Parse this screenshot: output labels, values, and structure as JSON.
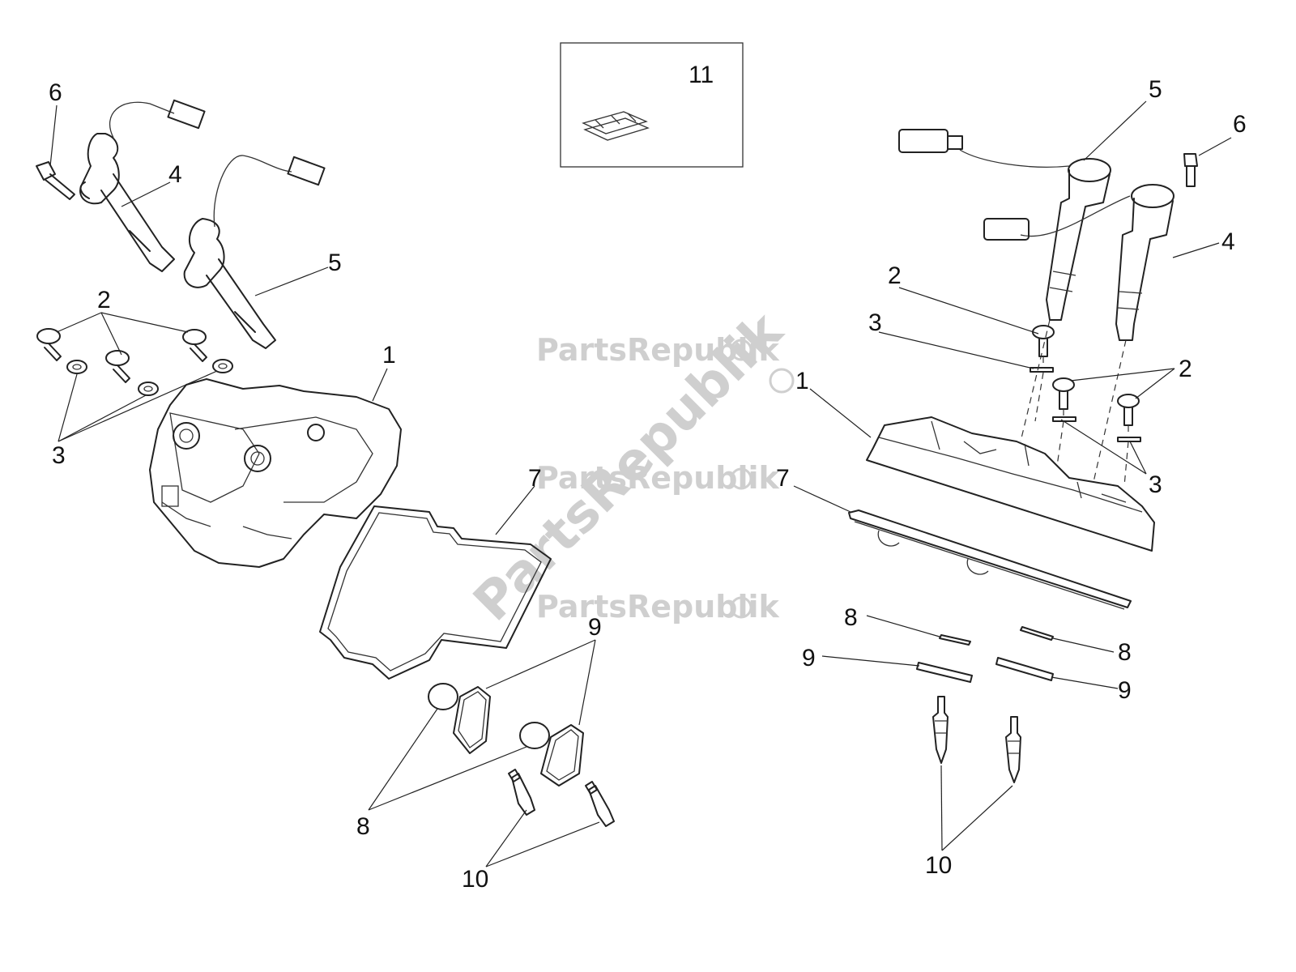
{
  "watermark": {
    "brand": "PartsRepublik"
  },
  "callouts": {
    "left_6": "6",
    "left_4": "4",
    "left_5": "5",
    "left_2": "2",
    "left_3": "3",
    "left_1": "1",
    "left_7": "7",
    "left_9": "9",
    "left_8": "8",
    "left_10": "10",
    "kit_11": "11",
    "right_5": "5",
    "right_6": "6",
    "right_4": "4",
    "right_2a": "2",
    "right_3a": "3",
    "right_1": "1",
    "right_2b": "2",
    "right_3b": "3",
    "right_7": "7",
    "right_8a": "8",
    "right_8b": "8",
    "right_9a": "9",
    "right_9b": "9",
    "right_10": "10"
  }
}
